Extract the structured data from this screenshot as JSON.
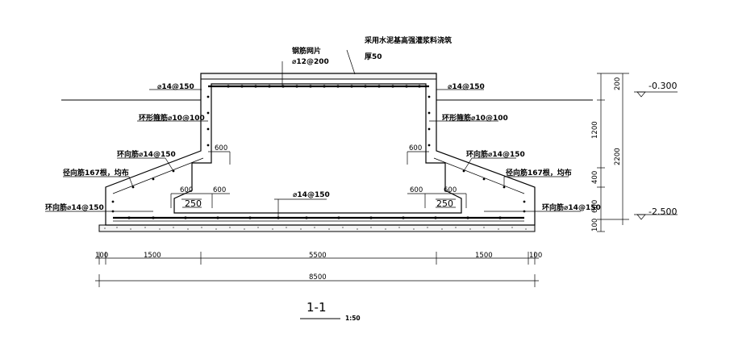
{
  "section": {
    "title": "1-1",
    "scale": "1:50"
  },
  "labels": {
    "mesh": "钢筋网片",
    "mesh_spec": "⌀12@200",
    "surface": "采用水泥基高强灌浆料浇筑",
    "surface_thk": "厚50",
    "top_left_bar": "⌀14@150",
    "top_right_bar": "⌀14@150",
    "stirrup_left": "环形箍筋⌀10@100",
    "stirrup_right": "环形箍筋⌀10@100",
    "hoop_left_mid": "环向筋⌀14@150",
    "hoop_right_mid": "环向筋⌀14@150",
    "radial_left": "径向筋167根，均布",
    "radial_right": "径向筋167根，均布",
    "hoop_left_bottom": "环向筋⌀14@150",
    "hoop_right_bottom": "环向筋⌀14@150",
    "bottom_center_bar": "⌀14@150"
  },
  "dims": {
    "inner_left_1": "600",
    "inner_left_2": "600",
    "inner_left_3": "600",
    "inner_left_250": "250",
    "inner_right_1": "600",
    "inner_right_2": "600",
    "inner_right_3": "600",
    "inner_right_250": "250",
    "bottom_100_left": "100",
    "bottom_1500_left": "1500",
    "bottom_5500": "5500",
    "bottom_1500_right": "1500",
    "bottom_100_right": "100",
    "bottom_total": "8500",
    "right_200": "200",
    "right_1200": "1200",
    "right_400": "400",
    "right_600": "600",
    "right_100": "100",
    "right_total": "2200"
  },
  "elevations": {
    "top": "-0.300",
    "bottom": "-2.500"
  }
}
